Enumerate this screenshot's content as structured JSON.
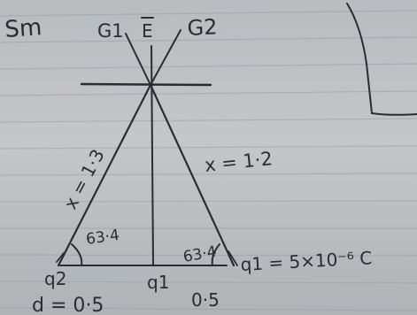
{
  "diagram": {
    "labels": {
      "top_left": "Sm",
      "top_g1": "G1",
      "top_e": "E",
      "top_g2": "G2",
      "side_x13": "x = 1·3",
      "side_x12": "x = 1·2",
      "angle_left": "63·4",
      "angle_right": "63·4",
      "charge_left": "q2",
      "charge_mid": "q1",
      "charge_right": "q1 = 5×10⁻⁶ C",
      "dist_left": "d = 0·5",
      "dist_right": "0·5"
    }
  }
}
